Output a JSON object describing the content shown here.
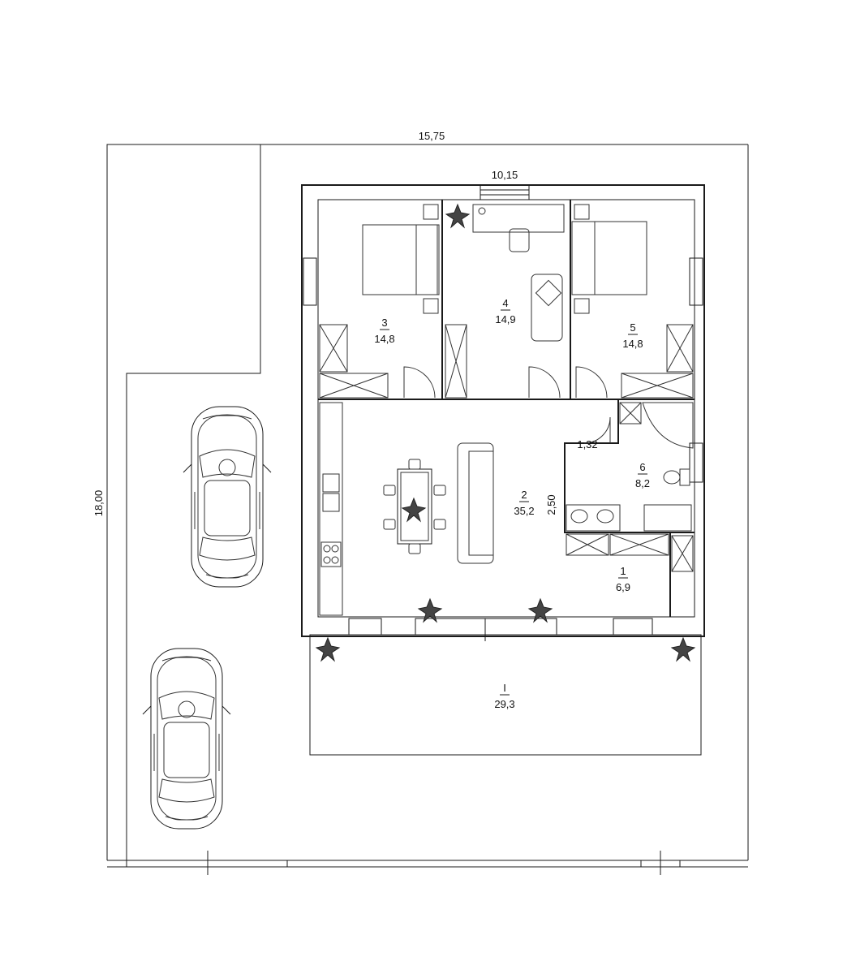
{
  "dimensions": {
    "plot_width": "15,75",
    "house_width": "10,15",
    "plot_depth": "18,00",
    "hall_width": "1,32",
    "bath_depth": "2,50"
  },
  "rooms": [
    {
      "number": "1",
      "area": "6,9"
    },
    {
      "number": "2",
      "area": "35,2"
    },
    {
      "number": "3",
      "area": "14,8"
    },
    {
      "number": "4",
      "area": "14,9"
    },
    {
      "number": "5",
      "area": "14,8"
    },
    {
      "number": "6",
      "area": "8,2"
    },
    {
      "number": "I",
      "area": "29,3"
    }
  ]
}
